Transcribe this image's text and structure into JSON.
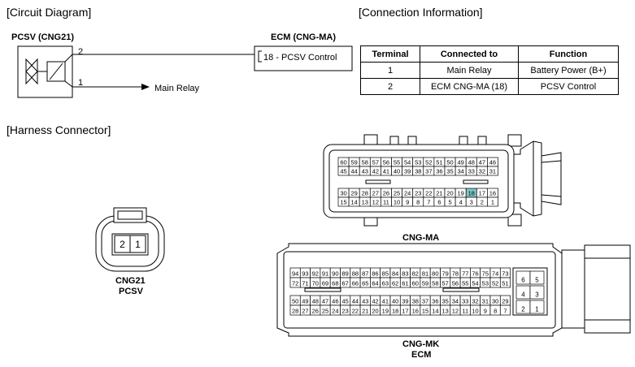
{
  "sections": {
    "circuit": "[Circuit Diagram]",
    "connection": "[Connection Information]",
    "harness": "[Harness Connector]"
  },
  "circuit": {
    "pcsv_label": "PCSV (CNG21)",
    "ecm_label": "ECM (CNG-MA)",
    "pin2": "2",
    "pin1": "1",
    "ecm_pin_text": "18 - PCSV Control",
    "main_relay": "Main Relay"
  },
  "connection_table": {
    "headers": [
      "Terminal",
      "Connected to",
      "Function"
    ],
    "rows": [
      [
        "1",
        "Main Relay",
        "Battery Power (B+)"
      ],
      [
        "2",
        "ECM CNG-MA (18)",
        "PCSV Control"
      ]
    ]
  },
  "connectors": {
    "cng21": {
      "pins": [
        "2",
        "1"
      ],
      "label1": "CNG21",
      "label2": "PCSV"
    },
    "cng_ma": {
      "label": "CNG-MA",
      "highlight_pin": "18",
      "highlight_color": "#7fc6c6",
      "rows": [
        [
          "60",
          "59",
          "58",
          "57",
          "56",
          "55",
          "54",
          "53",
          "52",
          "51",
          "50",
          "49",
          "48",
          "47",
          "46"
        ],
        [
          "45",
          "44",
          "43",
          "42",
          "41",
          "40",
          "39",
          "38",
          "37",
          "36",
          "35",
          "34",
          "33",
          "32",
          "31"
        ],
        [
          "30",
          "29",
          "28",
          "27",
          "26",
          "25",
          "24",
          "23",
          "22",
          "21",
          "20",
          "19",
          "18",
          "17",
          "16"
        ],
        [
          "15",
          "14",
          "13",
          "12",
          "11",
          "10",
          "9",
          "8",
          "7",
          "6",
          "5",
          "4",
          "3",
          "2",
          "1"
        ]
      ]
    },
    "cng_mk": {
      "label1": "CNG-MK",
      "label2": "ECM",
      "rows": [
        [
          "94",
          "93",
          "92",
          "91",
          "90",
          "89",
          "88",
          "87",
          "86",
          "85",
          "84",
          "83",
          "82",
          "81",
          "80",
          "79",
          "78",
          "77",
          "76",
          "75",
          "74",
          "73"
        ],
        [
          "72",
          "71",
          "70",
          "69",
          "68",
          "67",
          "66",
          "65",
          "64",
          "63",
          "62",
          "61",
          "60",
          "59",
          "58",
          "57",
          "56",
          "55",
          "54",
          "53",
          "52",
          "51"
        ],
        [
          "50",
          "49",
          "48",
          "47",
          "46",
          "45",
          "44",
          "43",
          "42",
          "41",
          "40",
          "39",
          "38",
          "37",
          "36",
          "35",
          "34",
          "33",
          "32",
          "31",
          "30",
          "29"
        ],
        [
          "28",
          "27",
          "26",
          "25",
          "24",
          "23",
          "22",
          "21",
          "20",
          "19",
          "18",
          "17",
          "16",
          "15",
          "14",
          "13",
          "12",
          "11",
          "10",
          "9",
          "8",
          "7"
        ]
      ],
      "side_rows": [
        [
          "6",
          "5"
        ],
        [
          "4",
          "3"
        ],
        [
          "2",
          "1"
        ]
      ]
    }
  }
}
